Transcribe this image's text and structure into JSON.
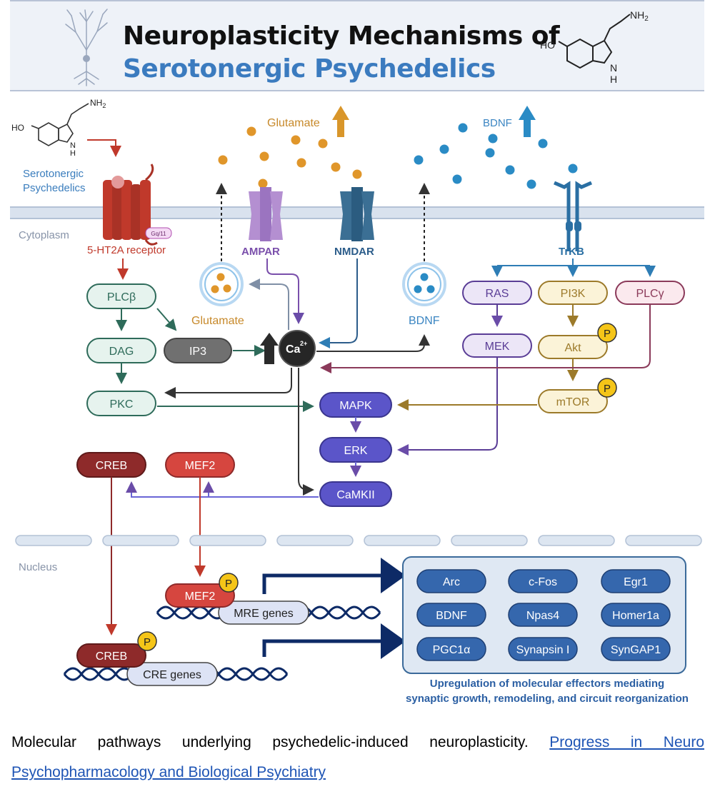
{
  "title": {
    "line1": "Neuroplasticity Mechanisms of",
    "line2": "Serotonergic Psychedelics"
  },
  "compartments": {
    "cytoplasm": "Cytoplasm",
    "nucleus": "Nucleus"
  },
  "molecule": {
    "nh2": "NH2",
    "nh2_main": "NH",
    "nh2_sub": "2",
    "ho": "HO",
    "h": "H",
    "n": "N"
  },
  "ligand_label": {
    "line1": "Serotonergic",
    "line2": "Psychedelics"
  },
  "receptor": {
    "name": "5-HT2A receptor",
    "gprotein": "Gq/11"
  },
  "extracellular": {
    "glutamate": "Glutamate",
    "bdnf": "BDNF"
  },
  "channels": {
    "ampar": "AMPAR",
    "nmdar": "NMDAR",
    "trkb": "TrKB"
  },
  "vesicles": {
    "glutamate": "Glutamate",
    "bdnf": "BDNF"
  },
  "calcium": {
    "symbol": "Ca",
    "charge": "2+"
  },
  "nodes": {
    "plcb": "PLCβ",
    "dag": "DAG",
    "ip3": "IP3",
    "pkc": "PKC",
    "ras": "RAS",
    "pi3k": "PI3K",
    "plcg": "PLCγ",
    "mek": "MEK",
    "akt": "Akt",
    "mtor": "mTOR",
    "mapk": "MAPK",
    "erk": "ERK",
    "camkii": "CaMKII",
    "creb": "CREB",
    "mef2": "MEF2"
  },
  "phospho": "P",
  "nucleus_items": {
    "mef2": "MEF2",
    "mre": "MRE genes",
    "creb": "CREB",
    "cre": "CRE genes",
    "effectors": [
      "Arc",
      "c-Fos",
      "Egr1",
      "BDNF",
      "Npas4",
      "Homer1a",
      "PGC1α",
      "Synapsin I",
      "SynGAP1"
    ],
    "upregulation_line1": "Upregulation of molecular effectors mediating",
    "upregulation_line2": "synaptic growth, remodeling, and circuit reorganization"
  },
  "caption": {
    "text": "Molecular pathways underlying psychedelic-induced neuroplasticity.",
    "link_part1": "Progress in Neuro",
    "link_part2": "Psychopharmacology and Biological Psychiatry"
  },
  "colors": {
    "red": "#c0392b",
    "teal": "#2e6b5a",
    "teal_fill": "#e6f3ee",
    "gold": "#d9962a",
    "blue": "#2a8bc5",
    "purple": "#6a5acd",
    "dark_blue": "#2b5c8a",
    "navy": "#0d2a66",
    "title_blue": "#3b7bbf"
  }
}
